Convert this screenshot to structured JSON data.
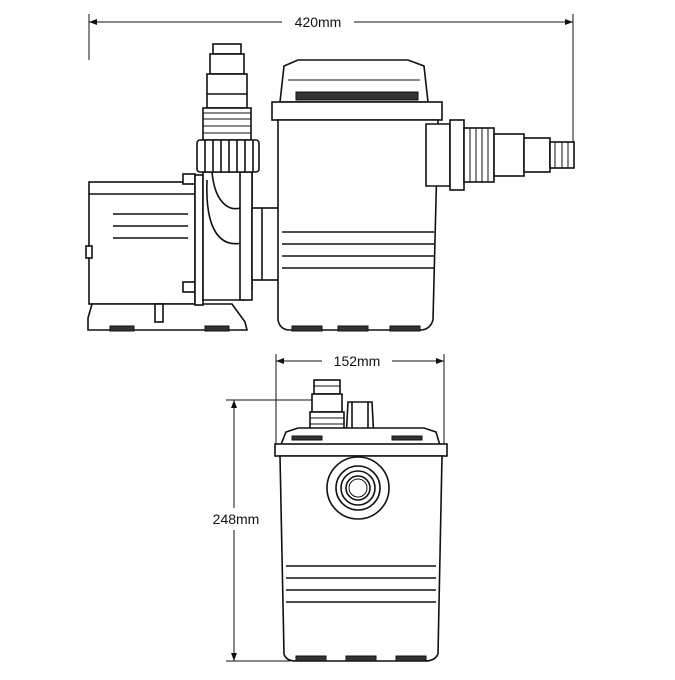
{
  "dimensions": {
    "overall_length": "420mm",
    "width": "152mm",
    "height": "248mm"
  },
  "colors": {
    "line": "#111111",
    "background": "#ffffff"
  }
}
